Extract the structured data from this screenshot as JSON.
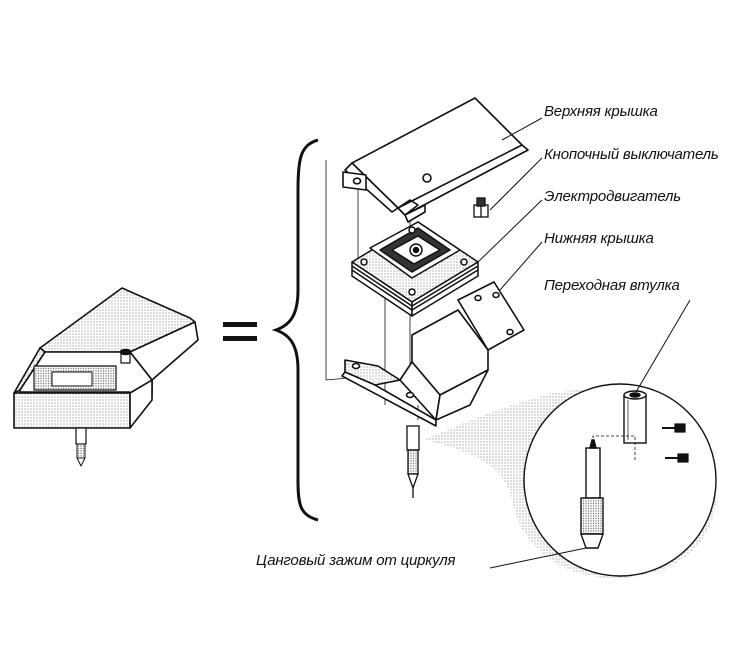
{
  "labels": {
    "top_cover": "Верхняя крышка",
    "push_switch": "Кнопочный выключатель",
    "motor": "Электродвигатель",
    "bottom_cover": "Нижняя крышка",
    "adapter_sleeve": "Переходная втулка",
    "collet_clamp": "Цанговый зажим от циркуля"
  },
  "symbols": {
    "equals": "="
  }
}
